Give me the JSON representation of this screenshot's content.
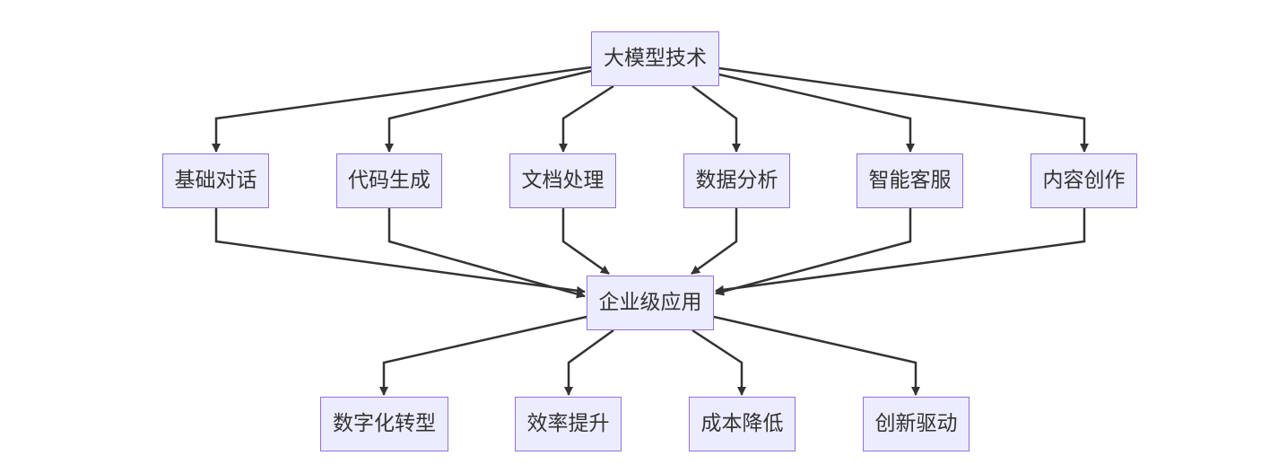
{
  "diagram": {
    "type": "flowchart",
    "direction": "top-down",
    "style": {
      "node_fill": "#ececff",
      "node_border": "#9370db",
      "text_color": "#333333",
      "edge_color": "#333333"
    },
    "nodes": {
      "core": "大模型技术",
      "chat": "基础对话",
      "code": "代码生成",
      "doc": "文档处理",
      "data": "数据分析",
      "service": "智能客服",
      "content": "内容创作",
      "enterprise": "企业级应用",
      "digital": "数字化转型",
      "efficiency": "效率提升",
      "cost": "成本降低",
      "innovation": "创新驱动"
    },
    "edges": [
      [
        "core",
        "chat"
      ],
      [
        "core",
        "code"
      ],
      [
        "core",
        "doc"
      ],
      [
        "core",
        "data"
      ],
      [
        "core",
        "service"
      ],
      [
        "core",
        "content"
      ],
      [
        "chat",
        "enterprise"
      ],
      [
        "code",
        "enterprise"
      ],
      [
        "doc",
        "enterprise"
      ],
      [
        "data",
        "enterprise"
      ],
      [
        "service",
        "enterprise"
      ],
      [
        "content",
        "enterprise"
      ],
      [
        "enterprise",
        "digital"
      ],
      [
        "enterprise",
        "efficiency"
      ],
      [
        "enterprise",
        "cost"
      ],
      [
        "enterprise",
        "innovation"
      ]
    ]
  }
}
